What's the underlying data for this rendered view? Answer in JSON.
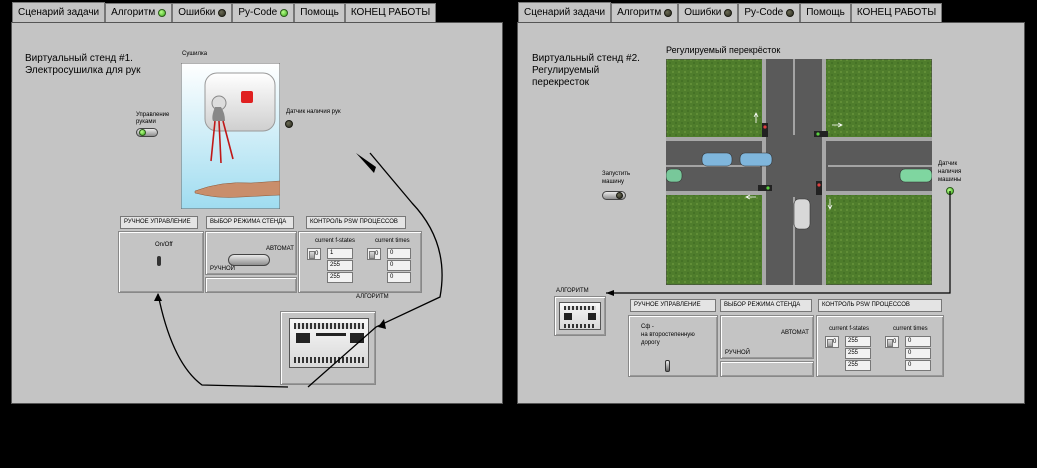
{
  "common": {
    "tabs": {
      "scenario": "Сценарий задачи",
      "algorithm": "Алгоритм",
      "errors": "Ошибки",
      "pycode": "Py-Code",
      "help": "Помощь",
      "end": "КОНЕЦ РАБОТЫ"
    }
  },
  "left": {
    "stand_title_1": "Виртуальный стенд #1.",
    "stand_title_2": "Электросушилка для рук",
    "dryer_label": "Сушилка",
    "hands_control_1": "Управление",
    "hands_control_2": "руками",
    "hand_sensor": "Датчик наличия рук",
    "manual_control": "РУЧНОЕ УПРАВЛЕНИЕ",
    "mode_select": "ВЫБОР РЕЖИМА СТЕНДА",
    "psw_control": "КОНТРОЛЬ PSW ПРОЦЕССОВ",
    "onoff": "On/Off",
    "auto": "АВТОМАТ",
    "manual": "РУЧНОЙ",
    "current_fstates": "current f-states",
    "current_times": "current times",
    "index_1": "0",
    "index_2": "0",
    "fstates": [
      "1",
      "255",
      "255"
    ],
    "times": [
      "0",
      "0",
      "0"
    ],
    "algorithm": "АЛГОРИТМ"
  },
  "right": {
    "stand_title_1": "Виртуальный стенд #2.",
    "stand_title_2": "Регулируемый",
    "stand_title_3": "перекресток",
    "crossroad_label": "Регулируемый перекрёсток",
    "start_car_1": "Запустить",
    "start_car_2": "машину",
    "car_sensor_1": "Датчик",
    "car_sensor_2": "наличия",
    "car_sensor_3": "машины",
    "algorithm": "АЛГОРИТМ",
    "manual_control": "РУЧНОЕ УПРАВЛЕНИЕ",
    "mode_select": "ВЫБОР РЕЖИМА СТЕНДА",
    "psw_control": "КОНТРОЛЬ PSW ПРОЦЕССОВ",
    "sf_1": "Сф -",
    "sf_2": "на второстепенную",
    "sf_3": "дорогу",
    "auto": "АВТОМАТ",
    "manual": "РУЧНОЙ",
    "current_fstates": "current f-states",
    "current_times": "current times",
    "index_1": "0",
    "index_2": "0",
    "fstates": [
      "255",
      "255",
      "255"
    ],
    "times": [
      "0",
      "0",
      "0"
    ]
  }
}
